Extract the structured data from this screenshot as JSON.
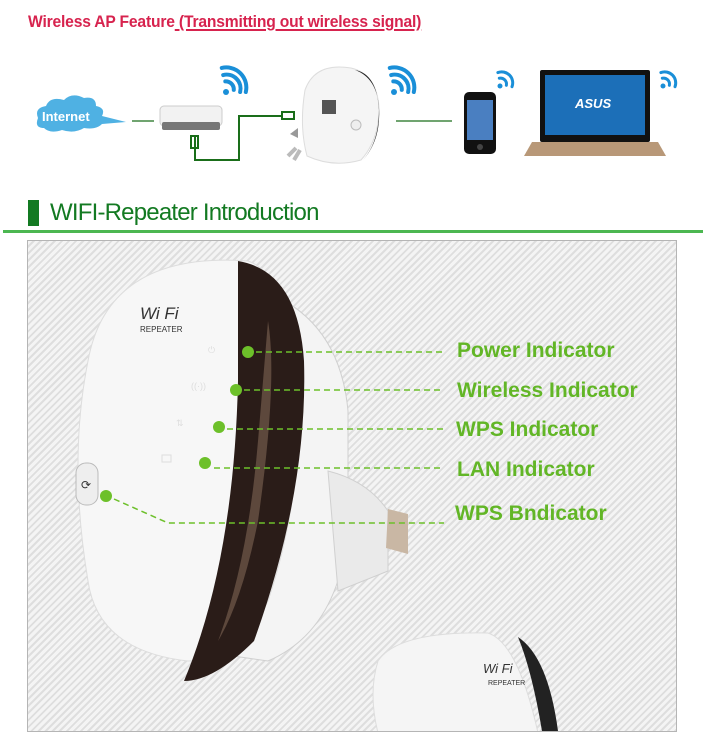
{
  "top_section": {
    "title": "Wireless AP Feature",
    "subtitle": " (Transmitting out wireless signal) ",
    "color": "#d7234e"
  },
  "diagram": {
    "internet_label": "Internet",
    "laptop_brand": "ASUS",
    "device_label": "Wi Fi",
    "signal_color": "#1a8fd8",
    "cable_color": "#1a6e1a"
  },
  "section": {
    "title": "WIFI-Repeater Introduction",
    "color": "#137a22",
    "rule_color": "#4cb751"
  },
  "product": {
    "logo_top": "Wi Fi",
    "logo_bottom": "REPEATER",
    "indicator_color": "#62b626",
    "indicators": [
      {
        "label": "Power Indicator"
      },
      {
        "label": "Wireless Indicator"
      },
      {
        "label": "WPS Indicator"
      },
      {
        "label": "LAN Indicator"
      },
      {
        "label": "WPS Bndicator"
      }
    ]
  }
}
